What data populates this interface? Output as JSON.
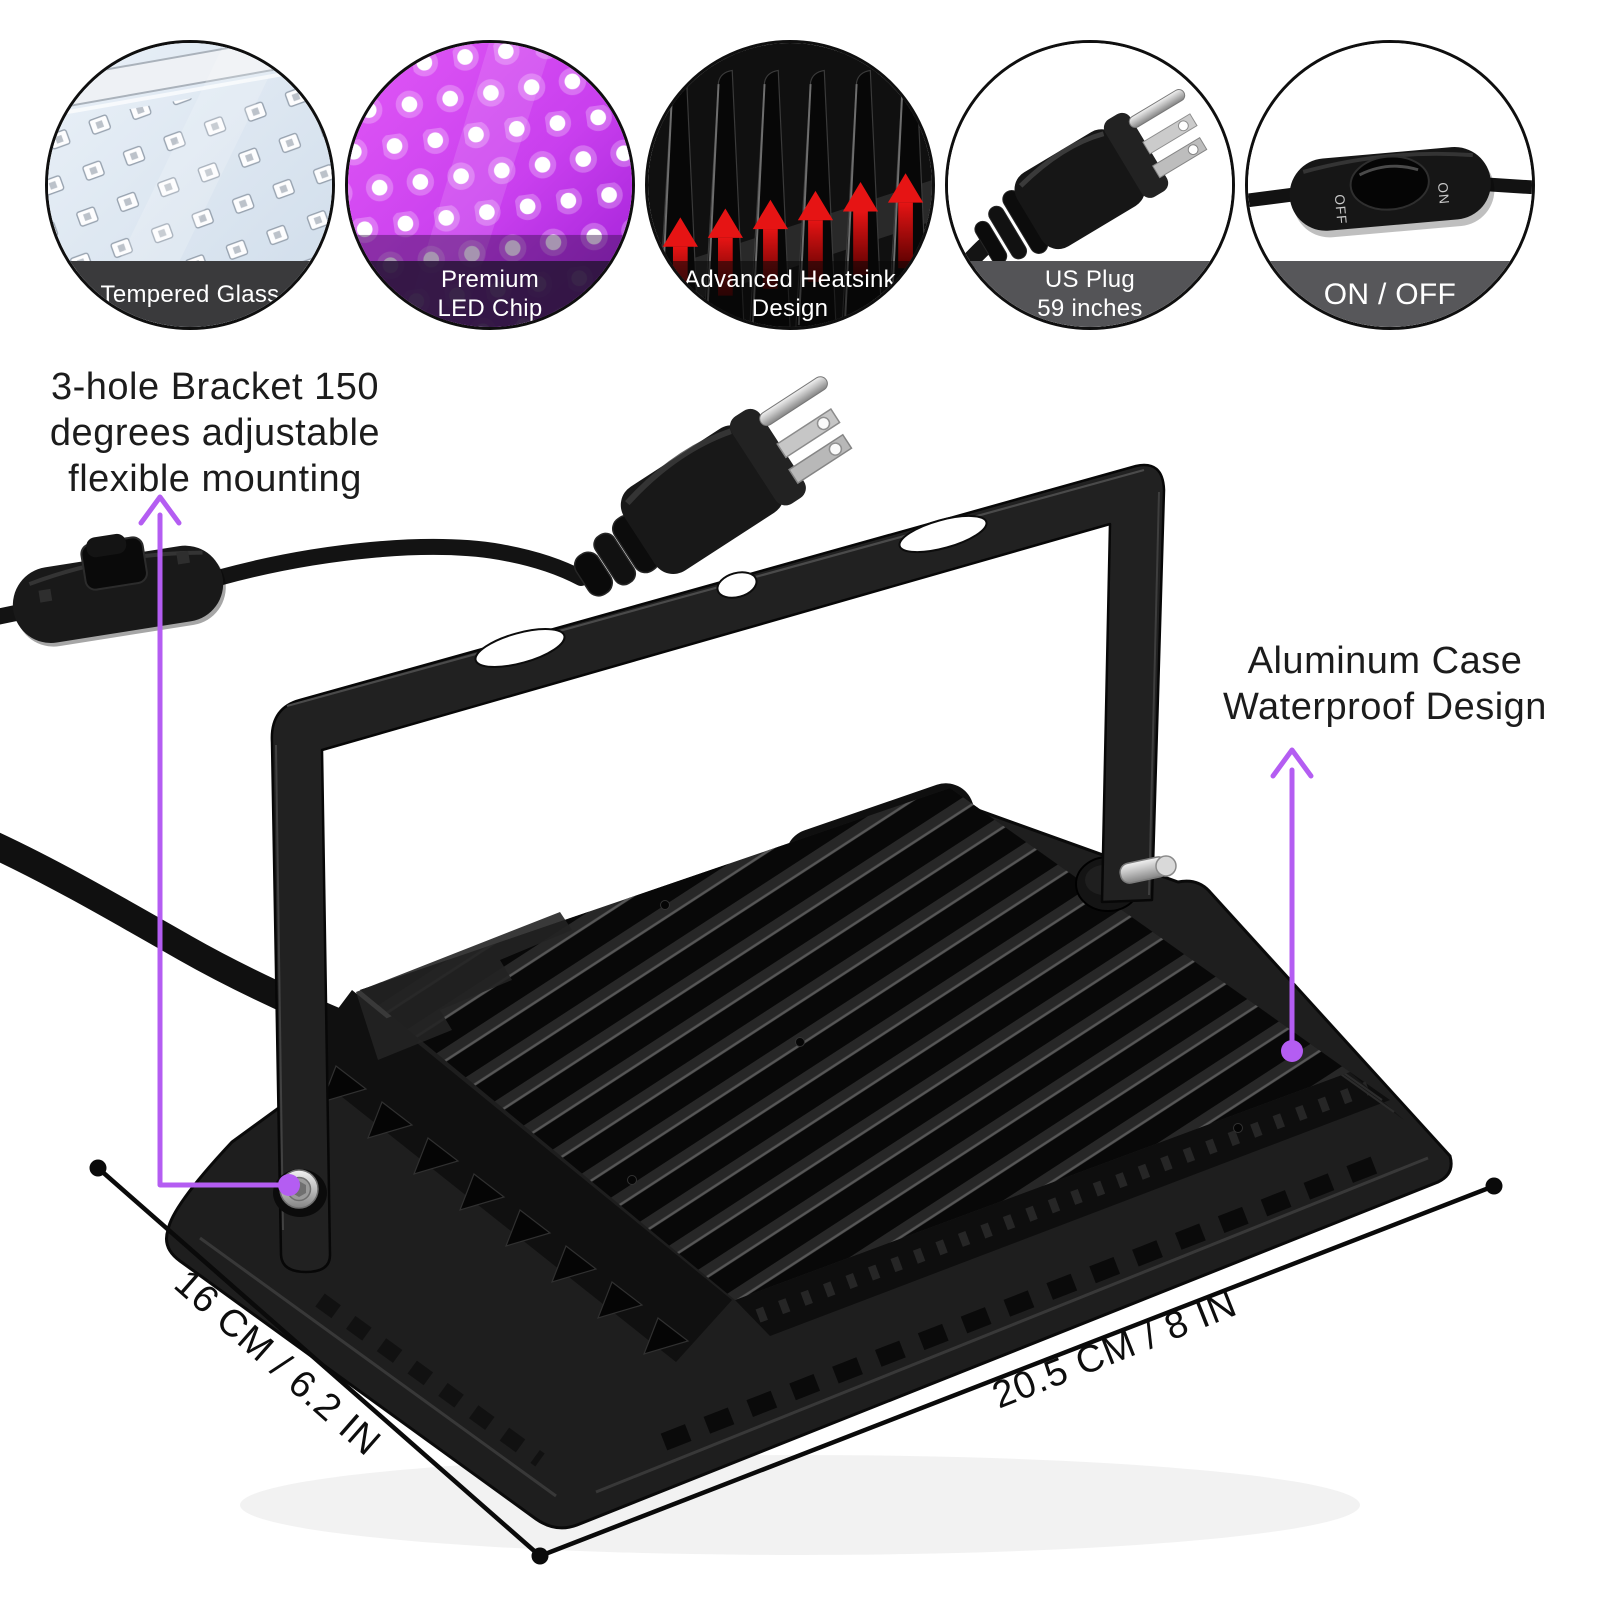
{
  "features": [
    {
      "name": "tempered-glass",
      "caption_lines": [
        "Tempered Glass"
      ]
    },
    {
      "name": "premium-led-chip",
      "caption_lines": [
        "Premium",
        "LED Chip"
      ]
    },
    {
      "name": "advanced-heatsink",
      "caption_lines": [
        "Advanced Heatsink",
        "Design"
      ]
    },
    {
      "name": "us-plug",
      "caption_lines": [
        "US Plug",
        "59 inches"
      ]
    },
    {
      "name": "on-off-switch",
      "caption_lines": [
        "ON / OFF"
      ]
    }
  ],
  "annotations": {
    "bracket_note_lines": [
      "3-hole Bracket 150",
      "degrees adjustable",
      "flexible mounting"
    ],
    "case_note_lines": [
      "Aluminum Case",
      "Waterproof Design"
    ]
  },
  "dimensions": {
    "depth": "16 CM / 6.2 IN",
    "width": "20.5 CM / 8 IN"
  },
  "switch_markings": {
    "off": "OFF",
    "on": "ON"
  },
  "colors": {
    "accent_purple": "#b45df2",
    "arrow_red": "#e61414",
    "led_magenta": "#c93fee",
    "caption_band_gray": "#545457",
    "product_black": "#1a1a1a"
  }
}
